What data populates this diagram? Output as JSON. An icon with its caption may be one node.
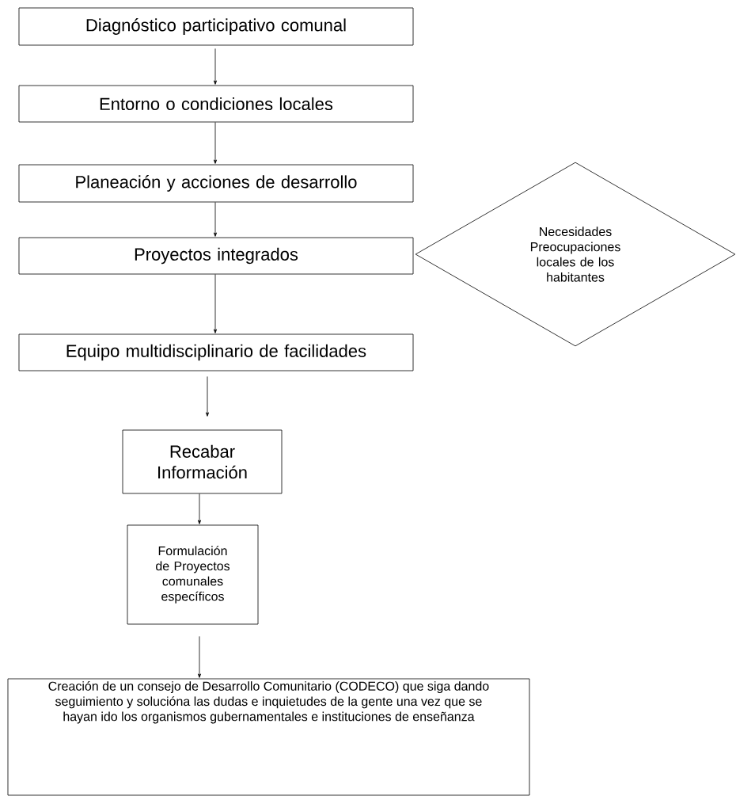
{
  "diagram": {
    "nodes": [
      {
        "text": [
          "Diagnóstico participativo comunal"
        ]
      },
      {
        "text": [
          "Entorno o condiciones locales"
        ]
      },
      {
        "text": [
          "Planeación y acciones de desarrollo"
        ]
      },
      {
        "text": [
          "Proyectos integrados"
        ]
      },
      {
        "text": [
          "Equipo multidisciplinario de facilidades"
        ]
      },
      {
        "text": [
          "Necesidades Preocupaciones locales de los habitantes"
        ]
      },
      {
        "text": [
          "Recabar Información"
        ]
      },
      {
        "text": [
          "Formulación de Proyectos comunales específicos"
        ]
      },
      {
        "text": [
          "Creación de un consejo de Desarrollo Comunitario (CODECO) que siga dando seguimiento y solucióna las dudas e inquietudes de la gente una vez que se hayan ido los organismos gubernamentales e instituciones de enseñanza"
        ]
      }
    ],
    "edges": [
      {
        "from": 0,
        "to": 1,
        "arrow": "to"
      },
      {
        "from": 1,
        "to": 2,
        "arrow": "to"
      },
      {
        "from": 2,
        "to": 3,
        "arrow": "to"
      },
      {
        "from": 3,
        "to": 4,
        "arrow": "to"
      },
      {
        "from": 4,
        "to": 6,
        "arrow": "to"
      },
      {
        "from": 6,
        "to": 7,
        "arrow": "to"
      },
      {
        "from": 7,
        "to": 8,
        "arrow": "to"
      }
    ]
  }
}
